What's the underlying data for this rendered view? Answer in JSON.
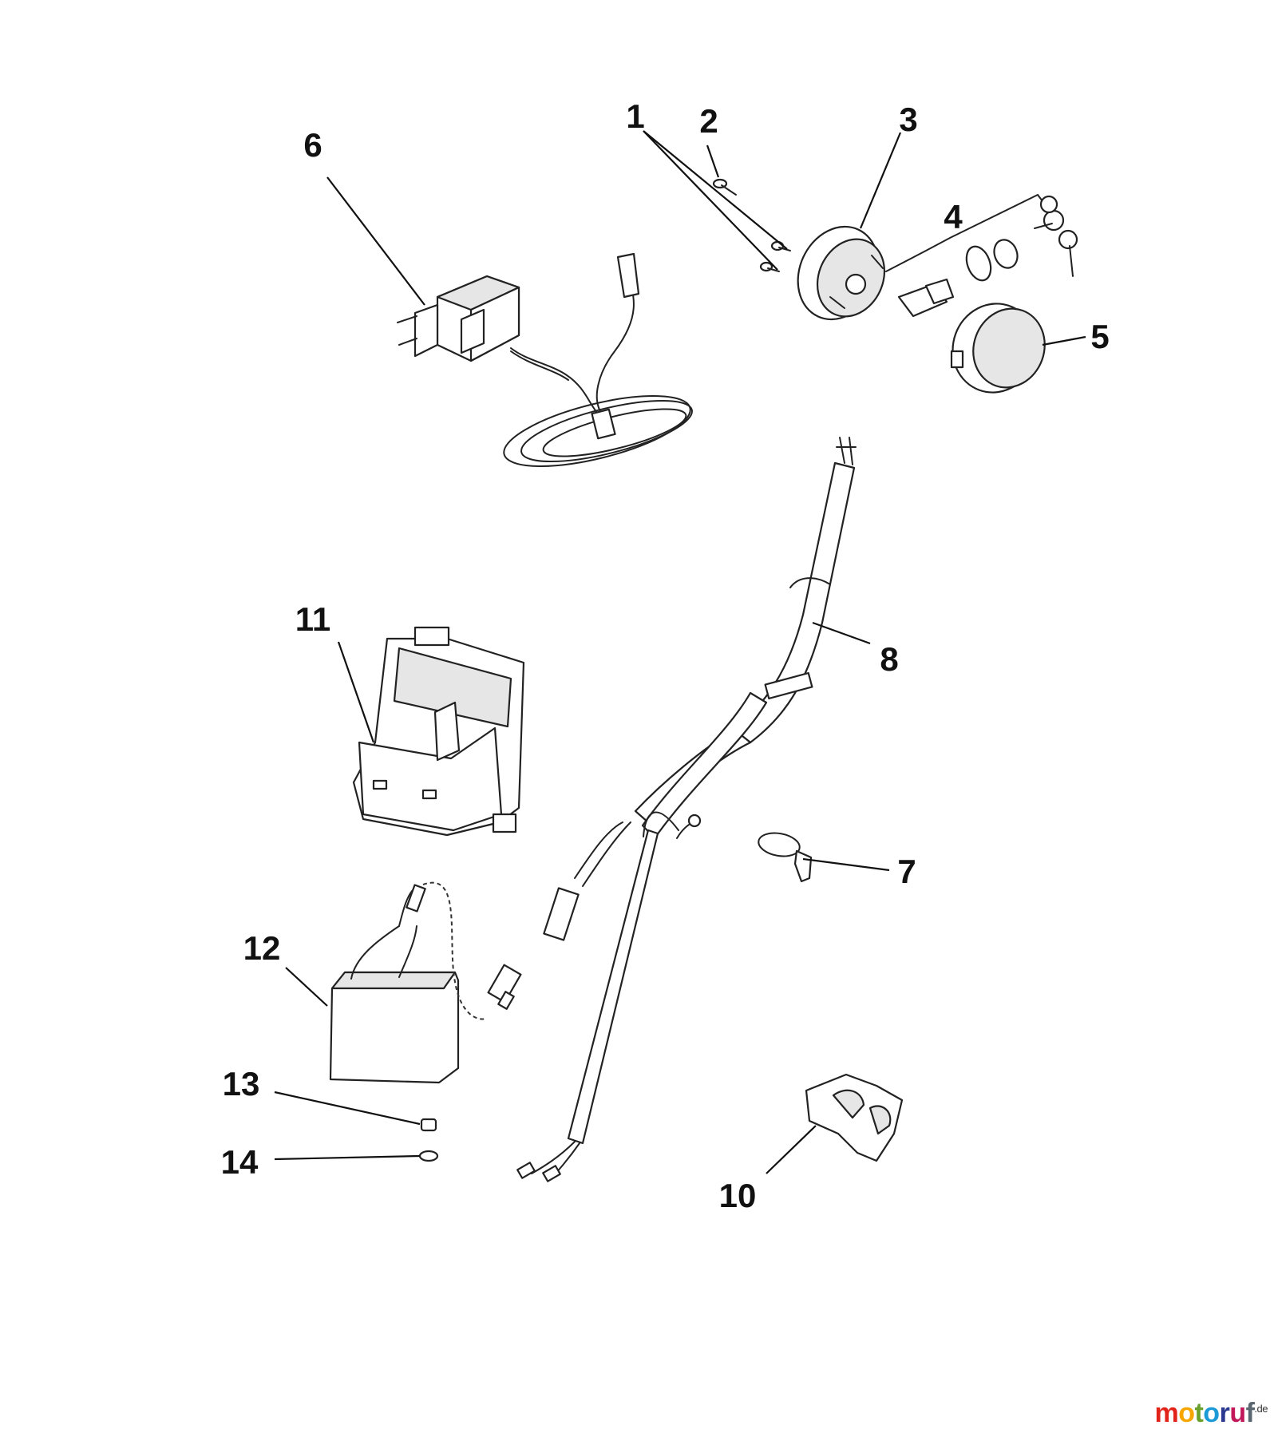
{
  "callouts": [
    "1",
    "2",
    "3",
    "4",
    "5",
    "6",
    "7",
    "8",
    "10",
    "11",
    "12",
    "13",
    "14"
  ],
  "logo": {
    "text": "motoruf",
    "suffix": ".de",
    "letters": [
      "m",
      "o",
      "t",
      "o",
      "r",
      "u",
      "f"
    ]
  }
}
